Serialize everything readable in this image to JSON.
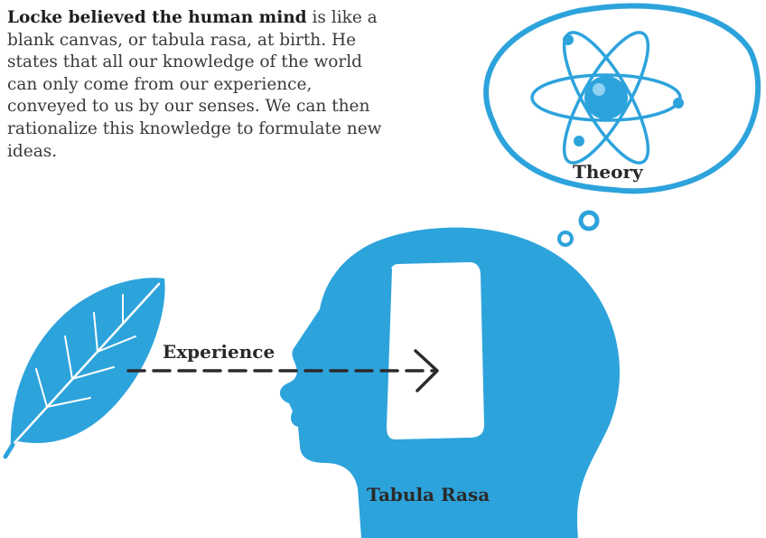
{
  "intro": {
    "lead": "Locke believed the human mind",
    "body": " is like a blank canvas, or tabula rasa, at birth. He states that all our knowledge of the world can only come from our experience, conveyed to us by our senses. We can then rationalize this knowledge to formulate new ideas."
  },
  "labels": {
    "theory": "Theory",
    "experience": "Experience",
    "tabula_rasa": "Tabula Rasa"
  },
  "colors": {
    "accent_blue": "#2da3dc",
    "text": "#2a2a2a",
    "arrow": "#2b2b2b"
  },
  "icons": [
    "leaf-icon",
    "atom-icon",
    "head-silhouette",
    "thought-bubble"
  ]
}
